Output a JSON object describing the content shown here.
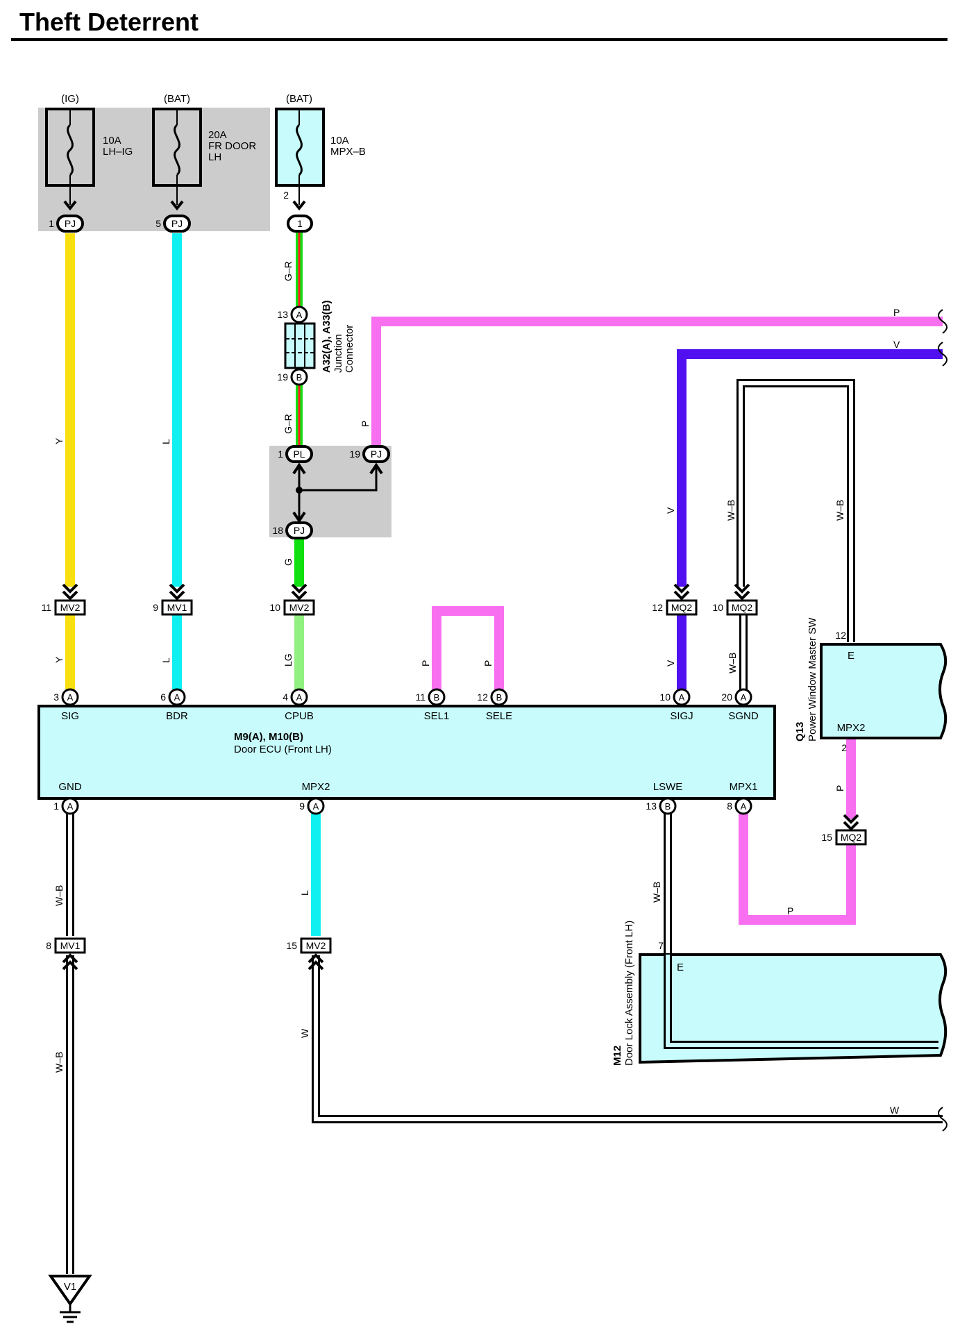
{
  "title": "Theft Deterrent",
  "colors": {
    "Y": "#f8e010",
    "L": "#10f0f0",
    "G": "#10e010",
    "LG": "#90f080",
    "P": "#f870f0",
    "V": "#5010f0",
    "R": "#ff2020",
    "W": "#ffffff",
    "B": "#000000",
    "ecu_fill": "#c8fcfc",
    "gray_box": "#cccccc"
  },
  "fuses": [
    {
      "source": "(IG)",
      "rating": "10A",
      "name_1": "LH–IG",
      "name_2": "",
      "name_3": "",
      "pin": "1",
      "connector": "PJ"
    },
    {
      "source": "(BAT)",
      "rating": "20A",
      "name_1": "FR DOOR",
      "name_2": "LH",
      "name_3": "",
      "pin": "5",
      "connector": "PJ"
    },
    {
      "source": "(BAT)",
      "rating": "10A",
      "name_1": "MPX–B",
      "name_2": "",
      "name_3": "",
      "pin_top": "2",
      "pin": "1",
      "connector": "1"
    }
  ],
  "junction": {
    "label_1": "A32(A), A33(B)",
    "label_2": "Junction",
    "label_3": "Connector",
    "pin_a": "13",
    "pin_a_letter": "A",
    "pin_b": "19",
    "pin_b_letter": "B"
  },
  "splice": {
    "pl_pin": "1",
    "pl_conn": "PL",
    "pj19_pin": "19",
    "pj19_conn": "PJ",
    "pj18_pin": "18",
    "pj18_conn": "PJ"
  },
  "connectors": {
    "mv2_11": {
      "pin": "11",
      "name": "MV2"
    },
    "mv1_9": {
      "pin": "9",
      "name": "MV1"
    },
    "mv2_10": {
      "pin": "10",
      "name": "MV2"
    },
    "mq2_12": {
      "pin": "12",
      "name": "MQ2"
    },
    "mq2_10": {
      "pin": "10",
      "name": "MQ2"
    },
    "mq2_15": {
      "pin": "15",
      "name": "MQ2"
    },
    "mv1_8": {
      "pin": "8",
      "name": "MV1"
    },
    "mv2_15": {
      "pin": "15",
      "name": "MV2"
    }
  },
  "ecu": {
    "id": "M9(A), M10(B)",
    "name": "Door ECU (Front LH)",
    "top_pins": [
      {
        "num": "3",
        "letter": "A",
        "label": "SIG"
      },
      {
        "num": "6",
        "letter": "A",
        "label": "BDR"
      },
      {
        "num": "4",
        "letter": "A",
        "label": "CPUB"
      },
      {
        "num": "11",
        "letter": "B",
        "label": "SEL1"
      },
      {
        "num": "12",
        "letter": "B",
        "label": "SELE"
      },
      {
        "num": "10",
        "letter": "A",
        "label": "SIGJ"
      },
      {
        "num": "20",
        "letter": "A",
        "label": "SGND"
      }
    ],
    "bottom_pins": [
      {
        "num": "1",
        "letter": "A",
        "label": "GND"
      },
      {
        "num": "9",
        "letter": "A",
        "label": "MPX2"
      },
      {
        "num": "13",
        "letter": "B",
        "label": "LSWE"
      },
      {
        "num": "8",
        "letter": "A",
        "label": "MPX1"
      }
    ]
  },
  "q13": {
    "id": "Q13",
    "name": "Power Window Master SW",
    "pin_e": "12",
    "label_e": "E",
    "pin_mpx2": "2",
    "label_mpx2": "MPX2"
  },
  "m12": {
    "id": "M12",
    "name": "Door Lock Assembly (Front LH)",
    "pin_e": "7",
    "label_e": "E"
  },
  "ground": {
    "label": "V1"
  },
  "wire_labels": {
    "y": "Y",
    "l": "L",
    "gr": "G–R",
    "g": "G",
    "lg": "LG",
    "p": "P",
    "v": "V",
    "wb": "W–B",
    "w": "W"
  }
}
